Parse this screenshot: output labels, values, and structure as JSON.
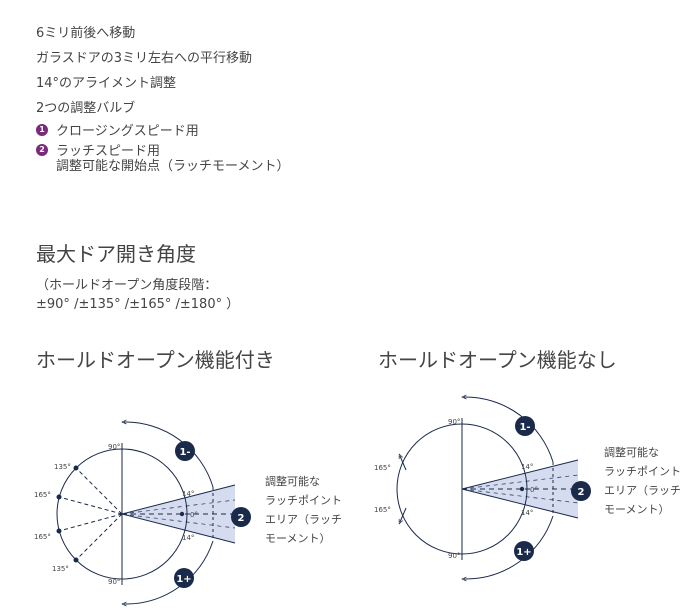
{
  "features": [
    "6ミリ前後へ移動",
    "ガラスドアの3ミリ左右への平行移動",
    "14°のアライメント調整",
    "2つの調整バルブ"
  ],
  "valves": [
    {
      "num": "1",
      "text": "クロージングスピード用"
    },
    {
      "num": "2",
      "text": "ラッチスピード用",
      "sub": "調整可能な開始点（ラッチモーメント）"
    }
  ],
  "max_angle": {
    "title": "最大ドア開き角度",
    "note_line1": "（ホールドオープン角度段階：",
    "note_line2": "±90° /±135° /±165° /±180° ）"
  },
  "diagram_left": {
    "title": "ホールドオープン機能付き",
    "angles": {
      "top": "90°",
      "bottom": "90°",
      "a135_top": "135°",
      "a165_top": "165°",
      "a165_bot": "165°",
      "a135_bot": "135°",
      "a14_top": "14°",
      "a0": "0°",
      "a14_bot": "14°"
    },
    "badges": {
      "minus": "1-",
      "latch": "2",
      "plus": "1+"
    },
    "label_lines": [
      "調整可能な",
      "ラッチポイント",
      "エリア（ラッチ",
      "モーメント）"
    ]
  },
  "diagram_right": {
    "title": "ホールドオープン機能なし",
    "angles": {
      "top": "90°",
      "bottom": "90°",
      "a165_top": "165°",
      "a165_bot": "165°",
      "a14_top": "14°",
      "a0": "0°",
      "a14_bot": "14°"
    },
    "badges": {
      "minus": "1-",
      "latch": "2",
      "plus": "1+"
    },
    "label_lines": [
      "調整可能な",
      "ラッチポイント",
      "エリア（ラッチ",
      "モーメント）"
    ]
  },
  "colors": {
    "text": "#444444",
    "line": "#1a2a4a",
    "badge": "#1a2a4a",
    "valve_badge": "#7a2a7a",
    "wedge": "#d6dcef"
  }
}
